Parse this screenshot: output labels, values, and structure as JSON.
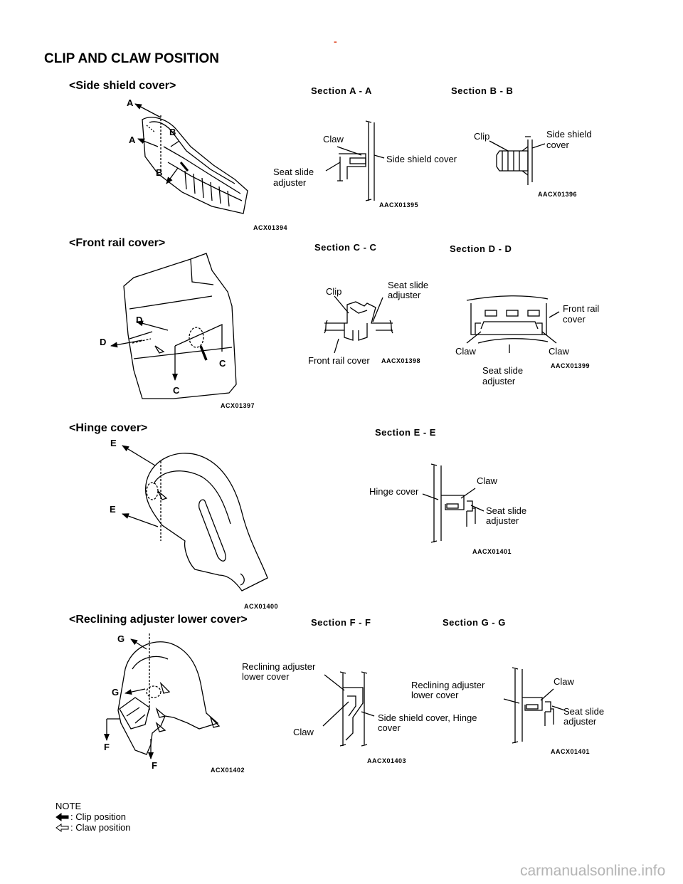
{
  "page": {
    "dash": "-",
    "title": "CLIP AND CLAW POSITION",
    "watermark": "carmanualsonline.info"
  },
  "sections": {
    "side_shield": {
      "heading": "<Side shield cover>",
      "figure_code": "ACX01394",
      "letters": [
        "A",
        "A",
        "B",
        "B"
      ],
      "section_aa": {
        "title": "Section A - A",
        "claw": "Claw",
        "cover": "Side shield cover",
        "adjuster_1": "Seat slide",
        "adjuster_2": "adjuster",
        "code": "AACX01395"
      },
      "section_bb": {
        "title": "Section B - B",
        "clip": "Clip",
        "cover_1": "Side shield",
        "cover_2": "cover",
        "code": "AACX01396"
      }
    },
    "front_rail": {
      "heading": "<Front rail cover>",
      "figure_code": "ACX01397",
      "letters": [
        "D",
        "D",
        "C",
        "C"
      ],
      "section_cc": {
        "title": "Section C - C",
        "clip": "Clip",
        "adjuster_1": "Seat slide",
        "adjuster_2": "adjuster",
        "cover": "Front rail cover",
        "code": "AACX01398"
      },
      "section_dd": {
        "title": "Section D - D",
        "cover_1": "Front rail",
        "cover_2": "cover",
        "claw_left": "Claw",
        "claw_right": "Claw",
        "adjuster_1": "Seat slide",
        "adjuster_2": "adjuster",
        "code": "AACX01399"
      }
    },
    "hinge": {
      "heading": "<Hinge cover>",
      "figure_code": "ACX01400",
      "letters": [
        "E",
        "E"
      ],
      "section_ee": {
        "title": "Section E - E",
        "cover": "Hinge cover",
        "claw": "Claw",
        "adjuster_1": "Seat slide",
        "adjuster_2": "adjuster",
        "code": "AACX01401"
      }
    },
    "reclining": {
      "heading": "<Reclining adjuster lower cover>",
      "figure_code": "ACX01402",
      "letters": [
        "G",
        "G",
        "F",
        "F"
      ],
      "section_ff": {
        "title": "Section F - F",
        "cover_1": "Reclining adjuster",
        "cover_2": "lower cover",
        "claw": "Claw",
        "other_1": "Side shield cover, Hinge",
        "other_2": "cover",
        "code": "AACX01403"
      },
      "section_gg": {
        "title": "Section G - G",
        "cover_1": "Reclining adjuster",
        "cover_2": "lower cover",
        "claw": "Claw",
        "adjuster_1": "Seat slide",
        "adjuster_2": "adjuster",
        "code": "AACX01401"
      }
    }
  },
  "note": {
    "title": "NOTE",
    "clip_legend": ": Clip position",
    "claw_legend": ": Claw position",
    "clip_icon": "filled-arrow-icon",
    "claw_icon": "outline-arrow-icon"
  }
}
